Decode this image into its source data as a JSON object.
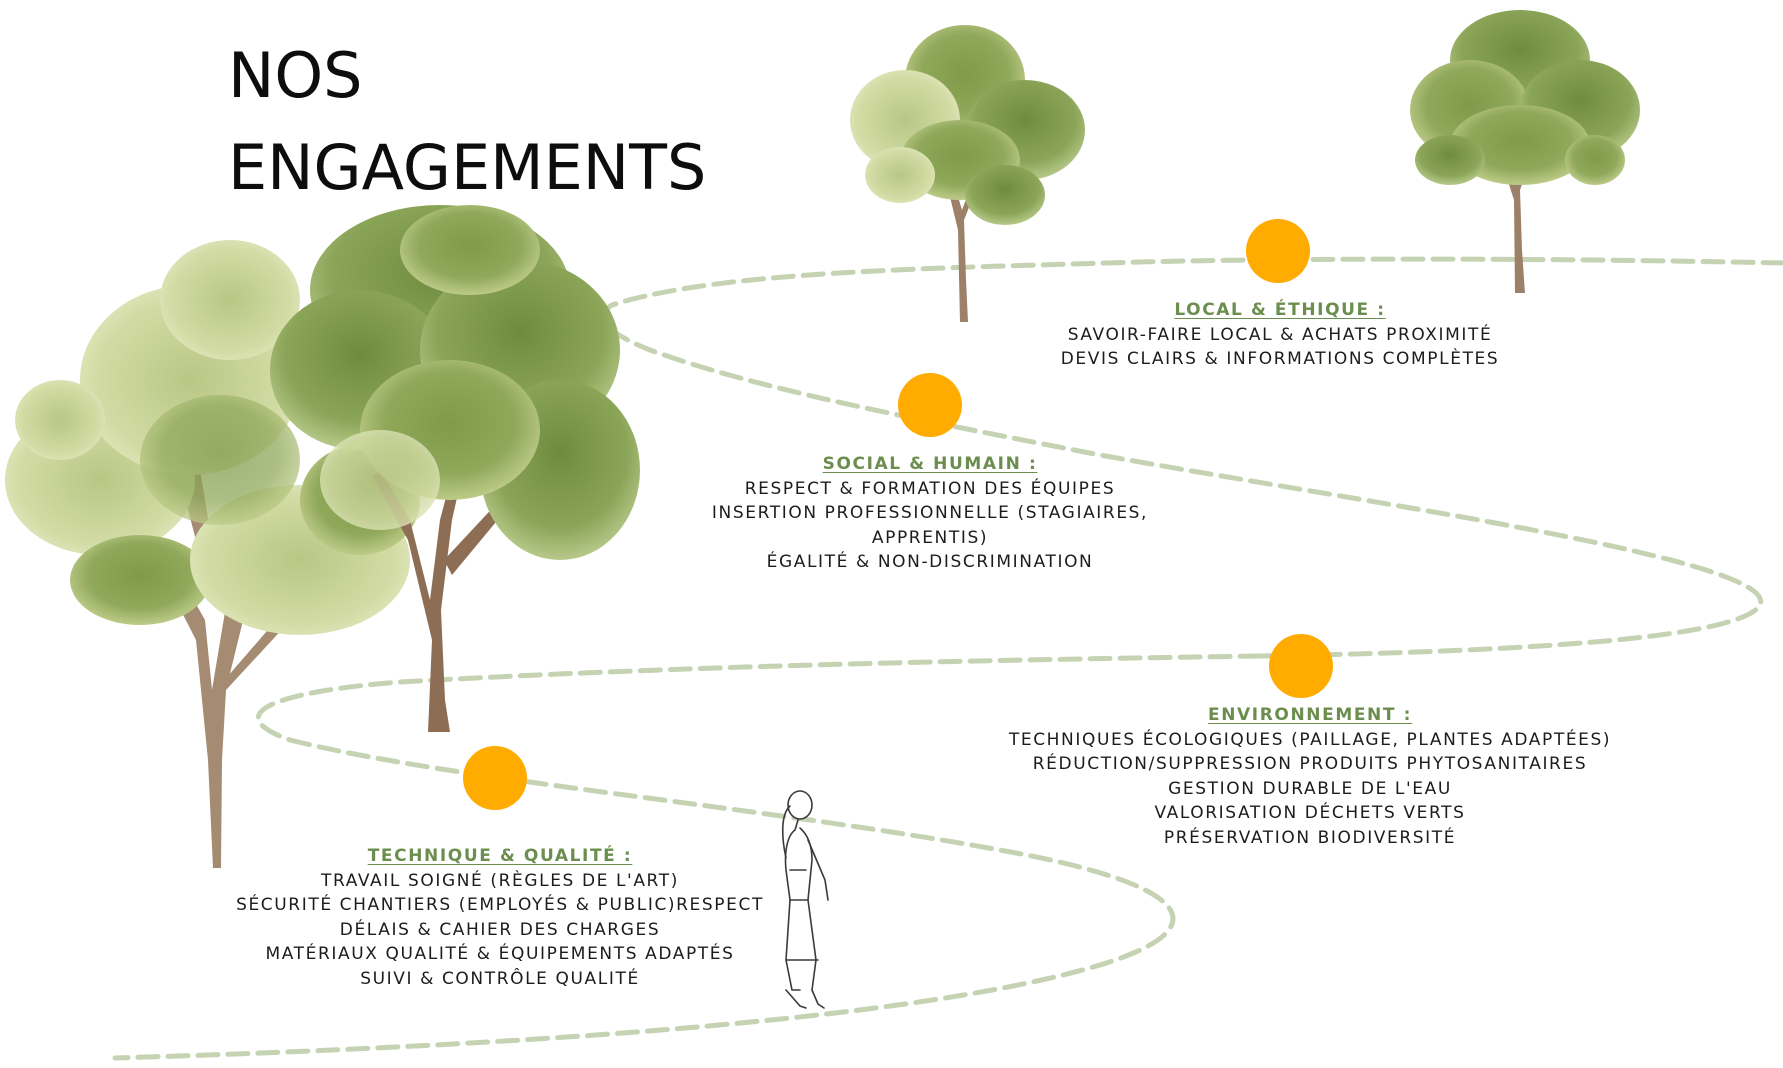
{
  "title": {
    "line1": "NOS",
    "line2": "ENGAGEMENTS"
  },
  "colors": {
    "accent_dot": "#ffab00",
    "heading_green": "#6b8e4e",
    "path_green": "#c5d3b3",
    "text": "#1c1c1c"
  },
  "sections": {
    "local": {
      "heading": "LOCAL & ÉTHIQUE :",
      "lines": [
        "SAVOIR-FAIRE LOCAL & ACHATS PROXIMITÉ",
        "DEVIS CLAIRS & INFORMATIONS COMPLÈTES"
      ]
    },
    "social": {
      "heading": "SOCIAL & HUMAIN :",
      "lines": [
        "RESPECT & FORMATION DES ÉQUIPES",
        "INSERTION PROFESSIONNELLE (STAGIAIRES,",
        "APPRENTIS)",
        "ÉGALITÉ & NON-DISCRIMINATION"
      ]
    },
    "environment": {
      "heading": "ENVIRONNEMENT :",
      "lines": [
        "TECHNIQUES ÉCOLOGIQUES (PAILLAGE, PLANTES ADAPTÉES)",
        "RÉDUCTION/SUPPRESSION PRODUITS PHYTOSANITAIRES",
        "GESTION DURABLE DE L'EAU",
        "VALORISATION DÉCHETS VERTS",
        "PRÉSERVATION BIODIVERSITÉ"
      ]
    },
    "technique": {
      "heading": "TECHNIQUE & QUALITÉ :",
      "lines": [
        "TRAVAIL SOIGNÉ (RÈGLES DE L'ART)",
        "SÉCURITÉ CHANTIERS (EMPLOYÉS & PUBLIC)RESPECT",
        "DÉLAIS & CAHIER DES CHARGES",
        "MATÉRIAUX QUALITÉ & ÉQUIPEMENTS ADAPTÉS",
        "SUIVI & CONTRÔLE QUALITÉ"
      ]
    }
  },
  "icons": {
    "trees": [
      "tree-icon",
      "tree-icon",
      "tree-icon",
      "tree-icon"
    ],
    "person": "walking-person-icon",
    "milestones": [
      "milestone-dot-icon",
      "milestone-dot-icon",
      "milestone-dot-icon",
      "milestone-dot-icon"
    ]
  }
}
